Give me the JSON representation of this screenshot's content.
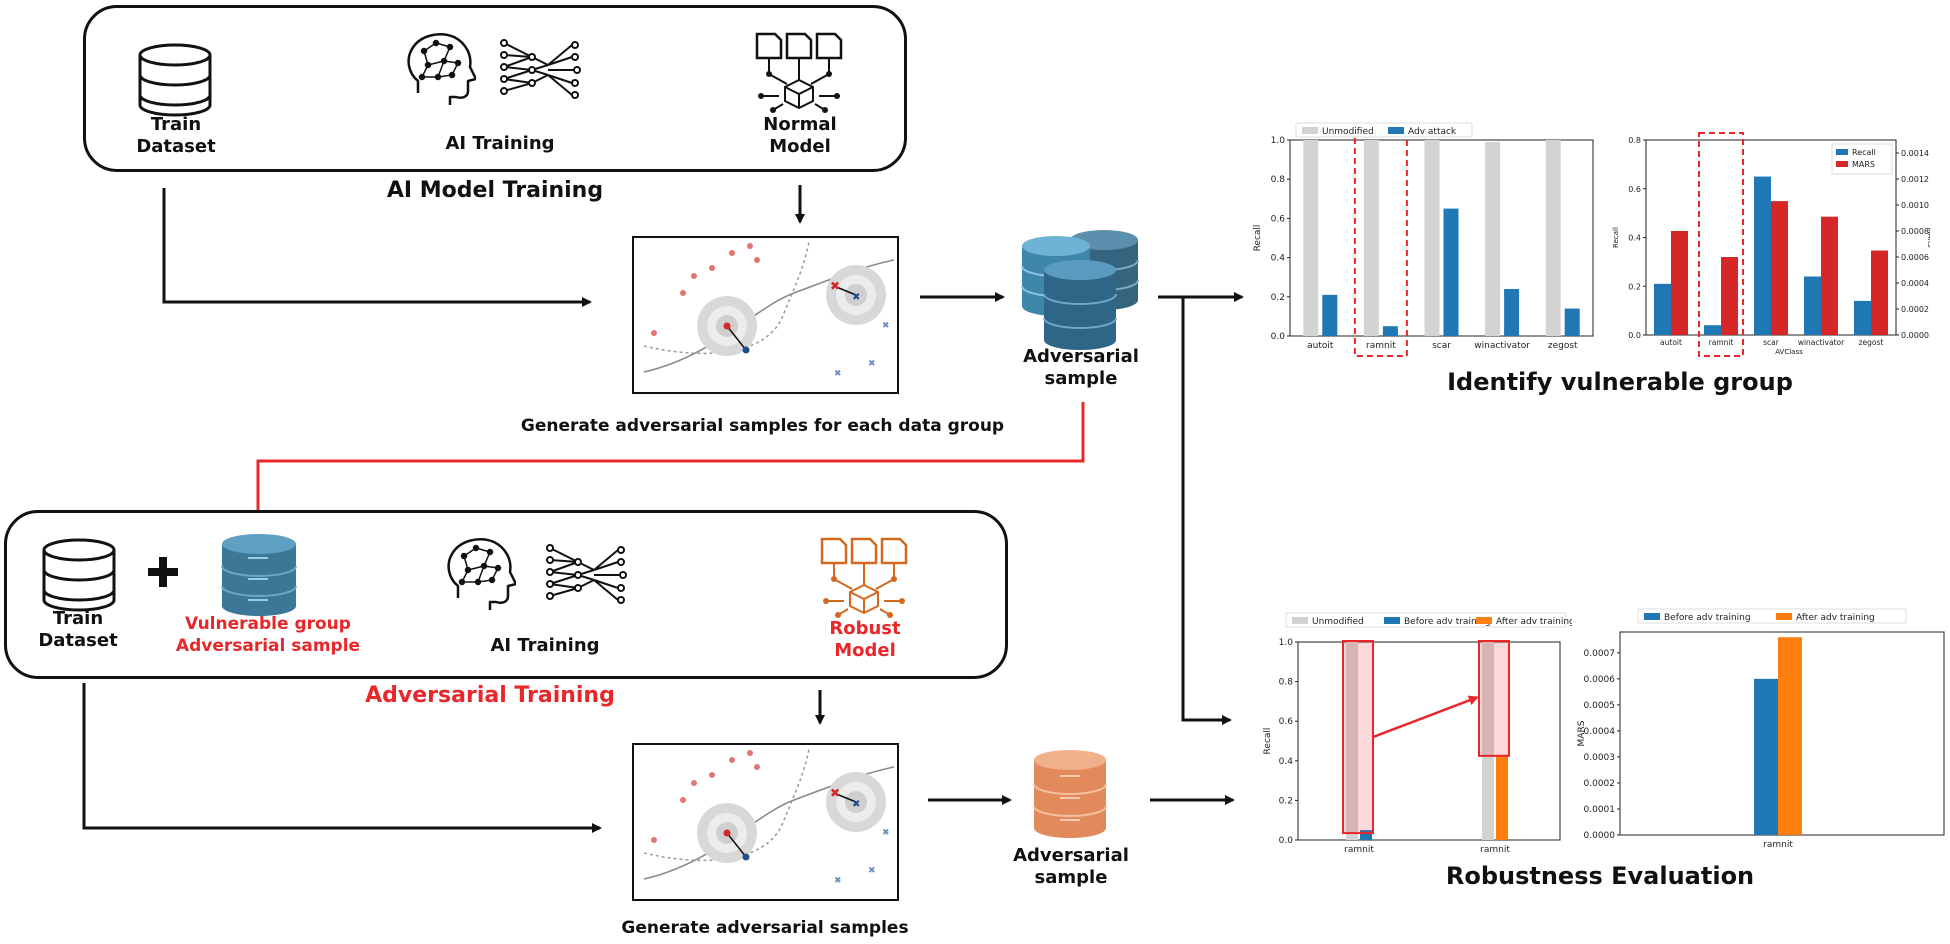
{
  "top_section": {
    "train_dataset_label": [
      "Train",
      "Dataset"
    ],
    "ai_training_label": "AI Training",
    "normal_model_label": [
      "Normal",
      "Model"
    ],
    "title": "AI Model Training"
  },
  "generate_each_group_label": "Generate adversarial samples for each data group",
  "adversarial_sample_top_label": [
    "Adversarial",
    "sample"
  ],
  "identify_title": "Identify vulnerable group",
  "bottom_section": {
    "train_dataset_label": [
      "Train",
      "Dataset"
    ],
    "vulnerable_label": [
      "Vulnerable group",
      "Adversarial sample"
    ],
    "ai_training_label": "AI Training",
    "robust_model_label": [
      "Robust",
      "Model"
    ],
    "title": "Adversarial Training"
  },
  "generate_samples_label": "Generate adversarial samples",
  "adversarial_sample_bottom_label": [
    "Adversarial",
    "sample"
  ],
  "robustness_title": "Robustness Evaluation",
  "colors": {
    "gray": "#d3d3d3",
    "blue": "#1f77b4",
    "red": "#d62728",
    "orange": "#ff7f0e",
    "highlight_red": "#e8272b",
    "db_blue": "#3f86ab",
    "db_orange": "#e8956a"
  },
  "chart_data": [
    {
      "type": "bar",
      "categories": [
        "autoit",
        "ramnit",
        "scar",
        "winactivator",
        "zegost"
      ],
      "series": [
        {
          "name": "Unmodified",
          "values": [
            1.0,
            1.0,
            1.0,
            0.99,
            1.0
          ]
        },
        {
          "name": "Adv attack",
          "values": [
            0.21,
            0.05,
            0.65,
            0.24,
            0.14
          ]
        }
      ],
      "ylabel": "Recall",
      "ylim": [
        0,
        1.0
      ],
      "yticks": [
        "0.0",
        "0.2",
        "0.4",
        "0.6",
        "0.8",
        "1.0"
      ],
      "highlight_category": "ramnit",
      "legend": "top-left"
    },
    {
      "type": "bar",
      "categories": [
        "autoit",
        "ramnit",
        "scar",
        "winactivator",
        "zegost"
      ],
      "series": [
        {
          "name": "Recall",
          "values": [
            0.21,
            0.04,
            0.65,
            0.24,
            0.14
          ],
          "axis": "left"
        },
        {
          "name": "MARS",
          "values": [
            0.0008,
            0.0006,
            0.00103,
            0.00091,
            0.00065
          ],
          "axis": "right"
        }
      ],
      "xlabel": "AVClass",
      "ylabel": "Recall",
      "y2label": "MARS",
      "ylim": [
        0,
        0.8
      ],
      "y2lim": [
        0,
        0.0015
      ],
      "yticks": [
        "0.0",
        "0.2",
        "0.4",
        "0.6",
        "0.8"
      ],
      "y2ticks": [
        "0.0000",
        "0.0002",
        "0.0004",
        "0.0006",
        "0.0008",
        "0.0010",
        "0.0012",
        "0.0014"
      ],
      "highlight_category": "ramnit",
      "legend": "top-right"
    },
    {
      "type": "bar",
      "categories": [
        "ramnit",
        "ramnit"
      ],
      "series": [
        {
          "name": "Unmodified",
          "values": [
            1.0,
            1.0
          ]
        },
        {
          "name": "Before adv training",
          "values": [
            0.05,
            null
          ]
        },
        {
          "name": "After adv training",
          "values": [
            null,
            0.43
          ]
        }
      ],
      "ylabel": "Recall",
      "ylim": [
        0,
        1.0
      ],
      "yticks": [
        "0.0",
        "0.2",
        "0.4",
        "0.6",
        "0.8",
        "1.0"
      ],
      "legend": "top"
    },
    {
      "type": "bar",
      "categories": [
        "ramnit"
      ],
      "series": [
        {
          "name": "Before adv training",
          "values": [
            0.0006
          ]
        },
        {
          "name": "After adv training",
          "values": [
            0.00076
          ]
        }
      ],
      "ylabel": "MARS",
      "ylim": [
        0,
        0.00078
      ],
      "yticks": [
        "0.0000",
        "0.0001",
        "0.0002",
        "0.0003",
        "0.0004",
        "0.0005",
        "0.0006",
        "0.0007"
      ],
      "legend": "top-left"
    }
  ]
}
